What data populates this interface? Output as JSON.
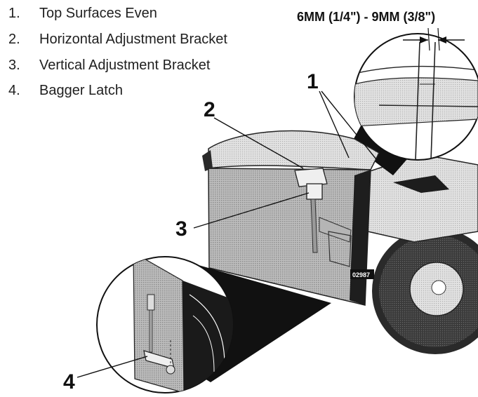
{
  "legend": [
    {
      "num": "1.",
      "label": "Top Surfaces Even"
    },
    {
      "num": "2.",
      "label": "Horizontal Adjustment Bracket"
    },
    {
      "num": "3.",
      "label": "Vertical Adjustment Bracket"
    },
    {
      "num": "4.",
      "label": "Bagger Latch"
    }
  ],
  "gap_label": "6MM (1/4\") - 9MM (3/8\")",
  "callouts": {
    "c1": "1",
    "c2": "2",
    "c3": "3",
    "c4": "4"
  },
  "part_code": "02987",
  "colors": {
    "ink": "#111111",
    "mid_gray": "#7a7a7a",
    "dark_gray": "#2b2b2b",
    "light_gray": "#d4d4d4"
  }
}
